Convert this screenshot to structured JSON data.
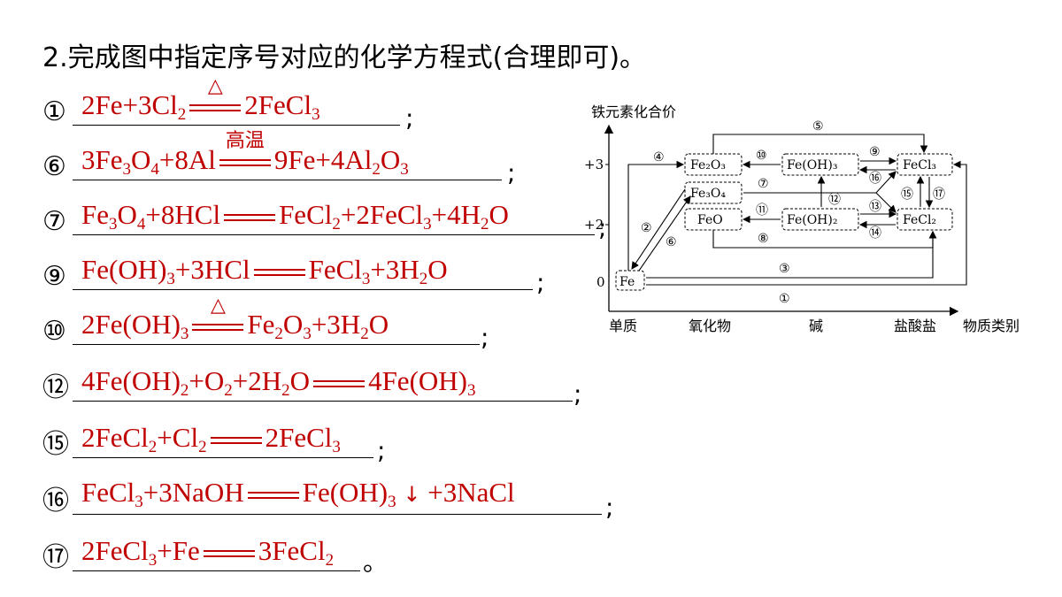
{
  "title": "2.完成图中指定序号对应的化学方程式(合理即可)。",
  "rows": [
    {
      "num": "①",
      "end": ";"
    },
    {
      "num": "⑥",
      "end": ";"
    },
    {
      "num": "⑦",
      "end": ";"
    },
    {
      "num": "⑨",
      "end": ";"
    },
    {
      "num": "⑩",
      "end": ";"
    },
    {
      "num": "⑫",
      "end": ";"
    },
    {
      "num": "⑮",
      "end": ";"
    },
    {
      "num": "⑯",
      "end": ";"
    },
    {
      "num": "⑰",
      "end": "。"
    }
  ],
  "conditions": {
    "heat": "△",
    "high_temp": "高温"
  },
  "colors": {
    "answer": "#c00000",
    "text": "#000000"
  },
  "diagram": {
    "y_axis_label": "铁元素化合价",
    "x_axis_label": "物质类别",
    "valence_ticks": [
      "+3",
      "+2",
      "0"
    ],
    "categories": [
      "单质",
      "氧化物",
      "碱",
      "盐酸盐"
    ],
    "species": {
      "fe": "Fe",
      "fe2o3": "Fe₂O₃",
      "fe3o4": "Fe₃O₄",
      "feo": "FeO",
      "feoh3": "Fe(OH)₃",
      "feoh2": "Fe(OH)₂",
      "fecl3": "FeCl₃",
      "fecl2": "FeCl₂"
    },
    "reaction_labels": [
      "①",
      "②",
      "③",
      "④",
      "⑤",
      "⑥",
      "⑦",
      "⑧",
      "⑨",
      "⑩",
      "⑪",
      "⑫",
      "⑬",
      "⑭",
      "⑮",
      "⑯",
      "⑰"
    ]
  }
}
